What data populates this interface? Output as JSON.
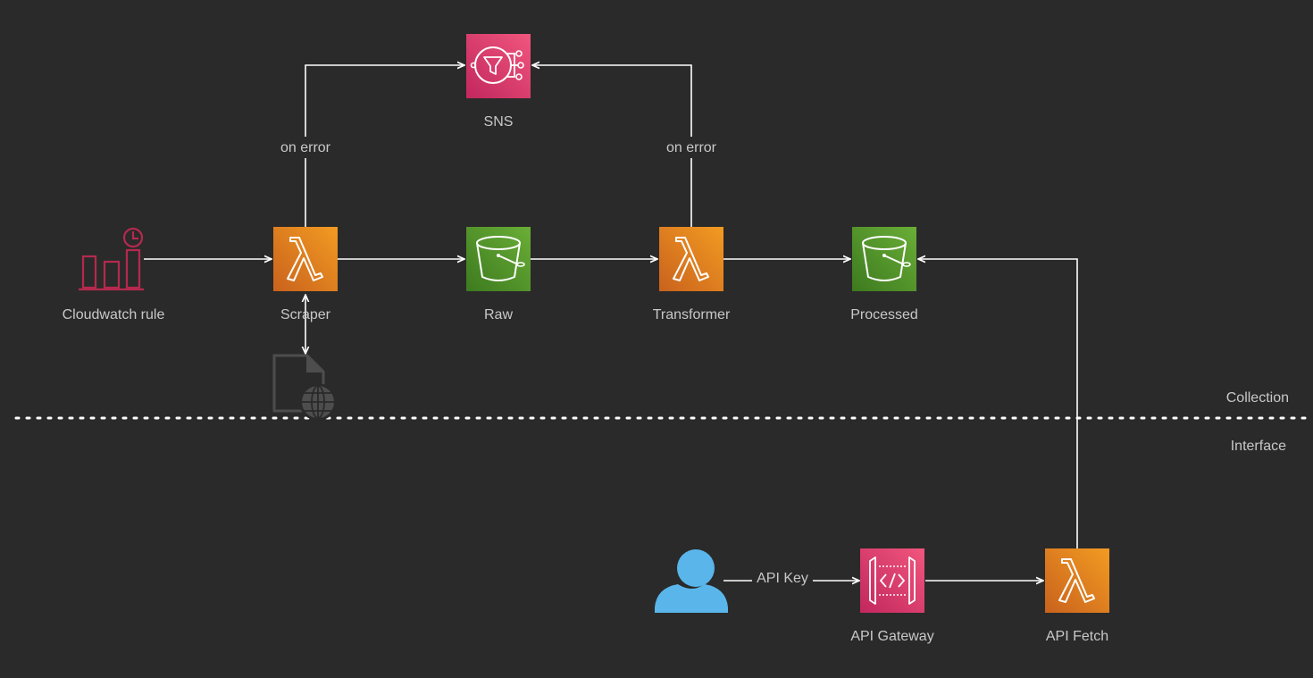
{
  "nodes": {
    "cloudwatch": {
      "label": "Cloudwatch rule"
    },
    "scraper": {
      "label": "Scraper"
    },
    "raw": {
      "label": "Raw"
    },
    "transformer": {
      "label": "Transformer"
    },
    "processed": {
      "label": "Processed"
    },
    "sns": {
      "label": "SNS"
    },
    "api_gateway": {
      "label": "API Gateway"
    },
    "api_fetch": {
      "label": "API Fetch"
    }
  },
  "edges": {
    "scraper_error": "on error",
    "transformer_error": "on error",
    "api_key": "API Key"
  },
  "zones": {
    "collection": "Collection",
    "interface": "Interface"
  },
  "colors": {
    "background": "#2a2a2a",
    "lambda_orange": "#e8861f",
    "s3_green": "#4b8a22",
    "pink": "#d63c6d",
    "cloudwatch_red": "#b5294e",
    "user_blue": "#5ab6ea",
    "text": "#c8c8c8",
    "line": "#ffffff"
  }
}
